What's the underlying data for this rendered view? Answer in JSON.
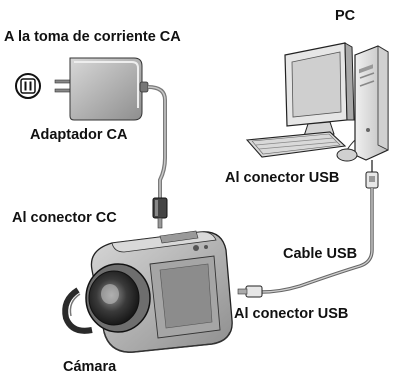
{
  "labels": {
    "outlet": "A la toma de corriente CA",
    "adapter": "Adaptador CA",
    "dc_connector": "Al conector CC",
    "camera": "Cámara",
    "pc": "PC",
    "pc_usb_connector": "Al conector USB",
    "usb_cable": "Cable USB",
    "camera_usb_connector": "Al conector USB"
  },
  "colors": {
    "line": "#111111",
    "device_body": "#b9b9b9",
    "device_dark": "#5a5a5a",
    "screen": "#dcdcdc"
  },
  "icons": [
    "power-outlet-icon",
    "ac-adapter-icon",
    "dc-plug-icon",
    "camera-icon",
    "pc-icon",
    "usb-plug-icon"
  ]
}
